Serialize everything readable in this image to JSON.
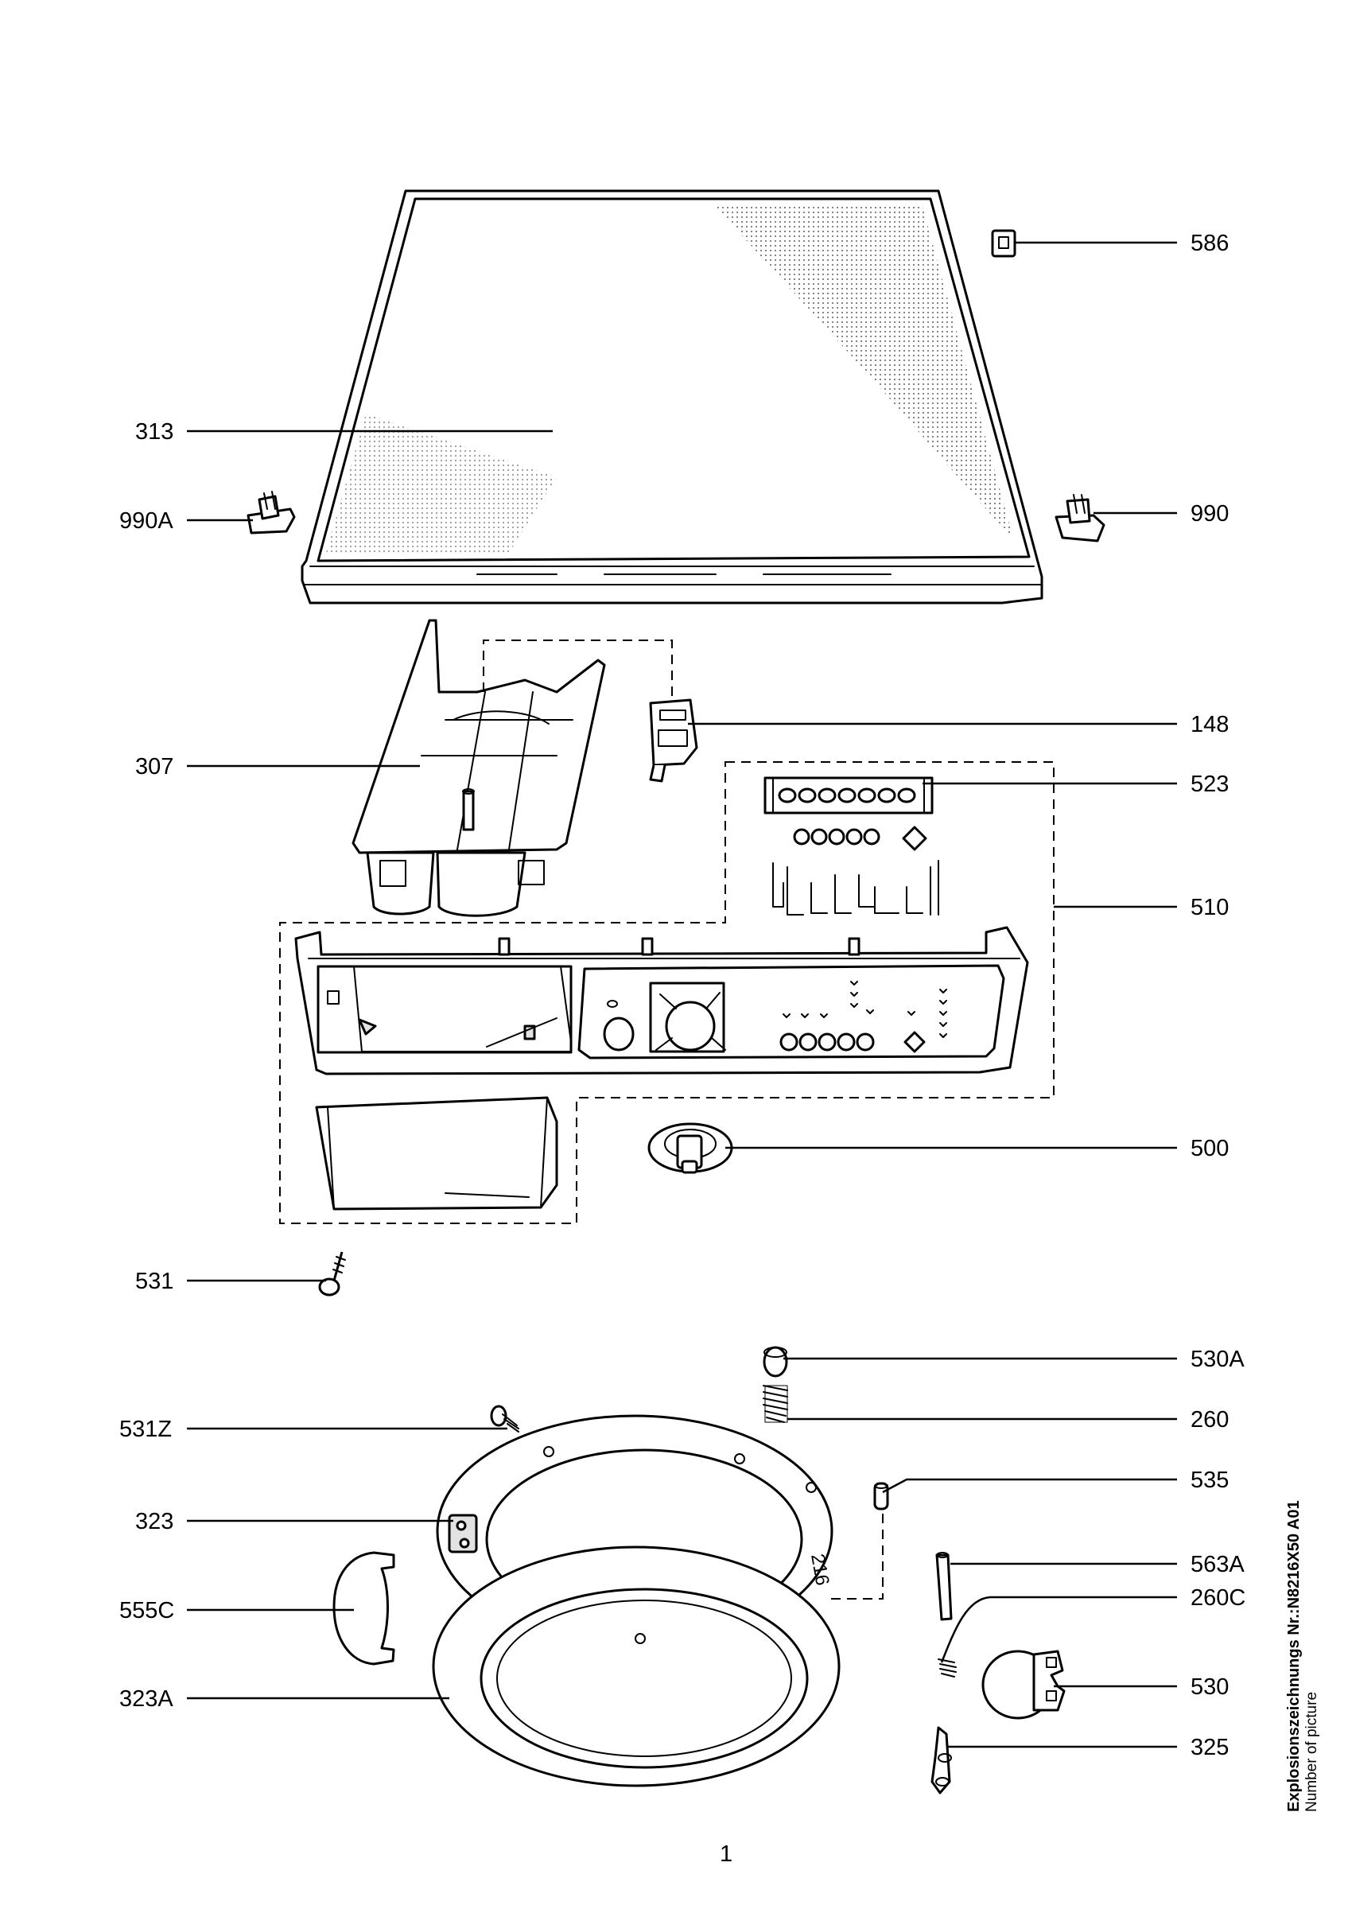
{
  "labels": {
    "p586": "586",
    "p313": "313",
    "p990A": "990A",
    "p990": "990",
    "p148": "148",
    "p307": "307",
    "p523": "523",
    "p510": "510",
    "p500": "500",
    "p531": "531",
    "p530A": "530A",
    "p260": "260",
    "p531Z": "531Z",
    "p535": "535",
    "p323": "323",
    "p563A": "563A",
    "p260C": "260C",
    "p555C": "555C",
    "p530": "530",
    "p323A": "323A",
    "p325": "325"
  },
  "page_number": "1",
  "side_note": {
    "title": "Explosionszeichnungs Nr.:N8216X50  A01",
    "subtitle": "Number of picture"
  },
  "panel_print": "216"
}
